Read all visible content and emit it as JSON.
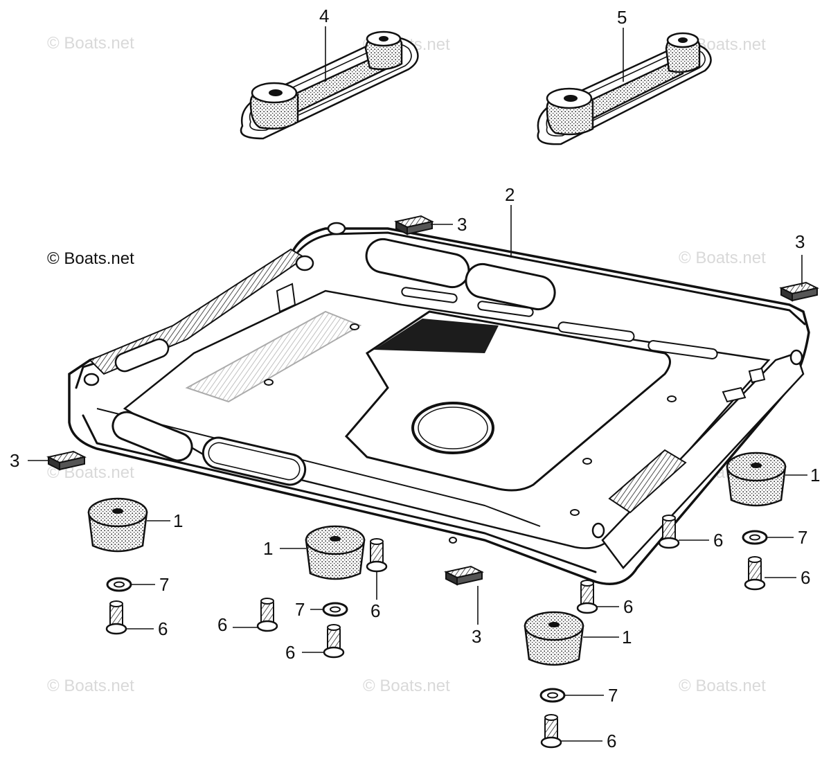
{
  "watermarks": {
    "brand_light": "© Boats.net",
    "brand_dark": "© Boats.net"
  },
  "callouts": {
    "part_1": "1",
    "part_2": "2",
    "part_3": "3",
    "part_4": "4",
    "part_5": "5",
    "part_6": "6",
    "part_7": "7"
  },
  "colors": {
    "ink": "#111111",
    "watermark": "#d9d9d9",
    "background": "#ffffff"
  }
}
